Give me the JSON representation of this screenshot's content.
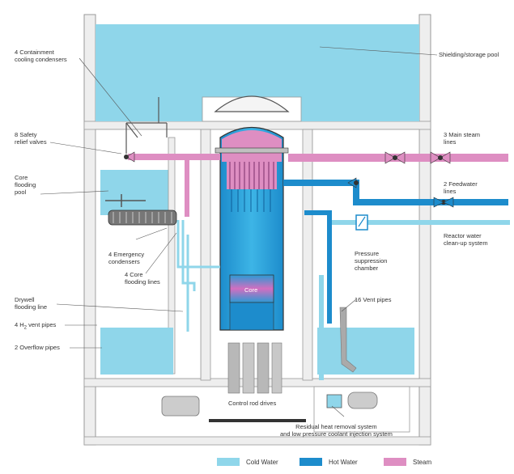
{
  "colors": {
    "cold_water": "#8fd6ea",
    "hot_water": "#1d8ccc",
    "steam": "#de8ec2",
    "wall": "#eeeeee",
    "wall_line": "#999999",
    "dark": "#333333"
  },
  "labels": {
    "containment_condensers": "4 Containment\ncooling condensers",
    "safety_relief": "8 Safety\nrelief valves",
    "core_flooding_pool": "Core\nflooding\npool",
    "emergency_condensers": "4 Emergency\ncondensers",
    "core_flooding_lines": "4 Core\nflooding lines",
    "drywell_flooding": "Drywell\nflooding line",
    "h2_vent_prefix": "4 H",
    "h2_vent_sub": "2",
    "h2_vent_suffix": " vent pipes",
    "overflow_pipes": "2 Overflow pipes",
    "shielding_pool": "Shielding/storage pool",
    "main_steam": "3 Main steam\nlines",
    "feedwater": "2 Feedwater\nlines",
    "cleanup": "Reactor water\nclean-up system",
    "suppression": "Pressure\nsuppression\nchamber",
    "vent_pipes": "16 Vent pipes",
    "core": "Core",
    "control_rod": "Control rod drives",
    "rhr": "Residual heat removal system\nand low pressure coolant injection system"
  },
  "legend": [
    {
      "label": "Cold Water",
      "color": "#8fd6ea"
    },
    {
      "label": "Hot Water",
      "color": "#1d8ccc"
    },
    {
      "label": "Steam",
      "color": "#de8ec2"
    }
  ]
}
